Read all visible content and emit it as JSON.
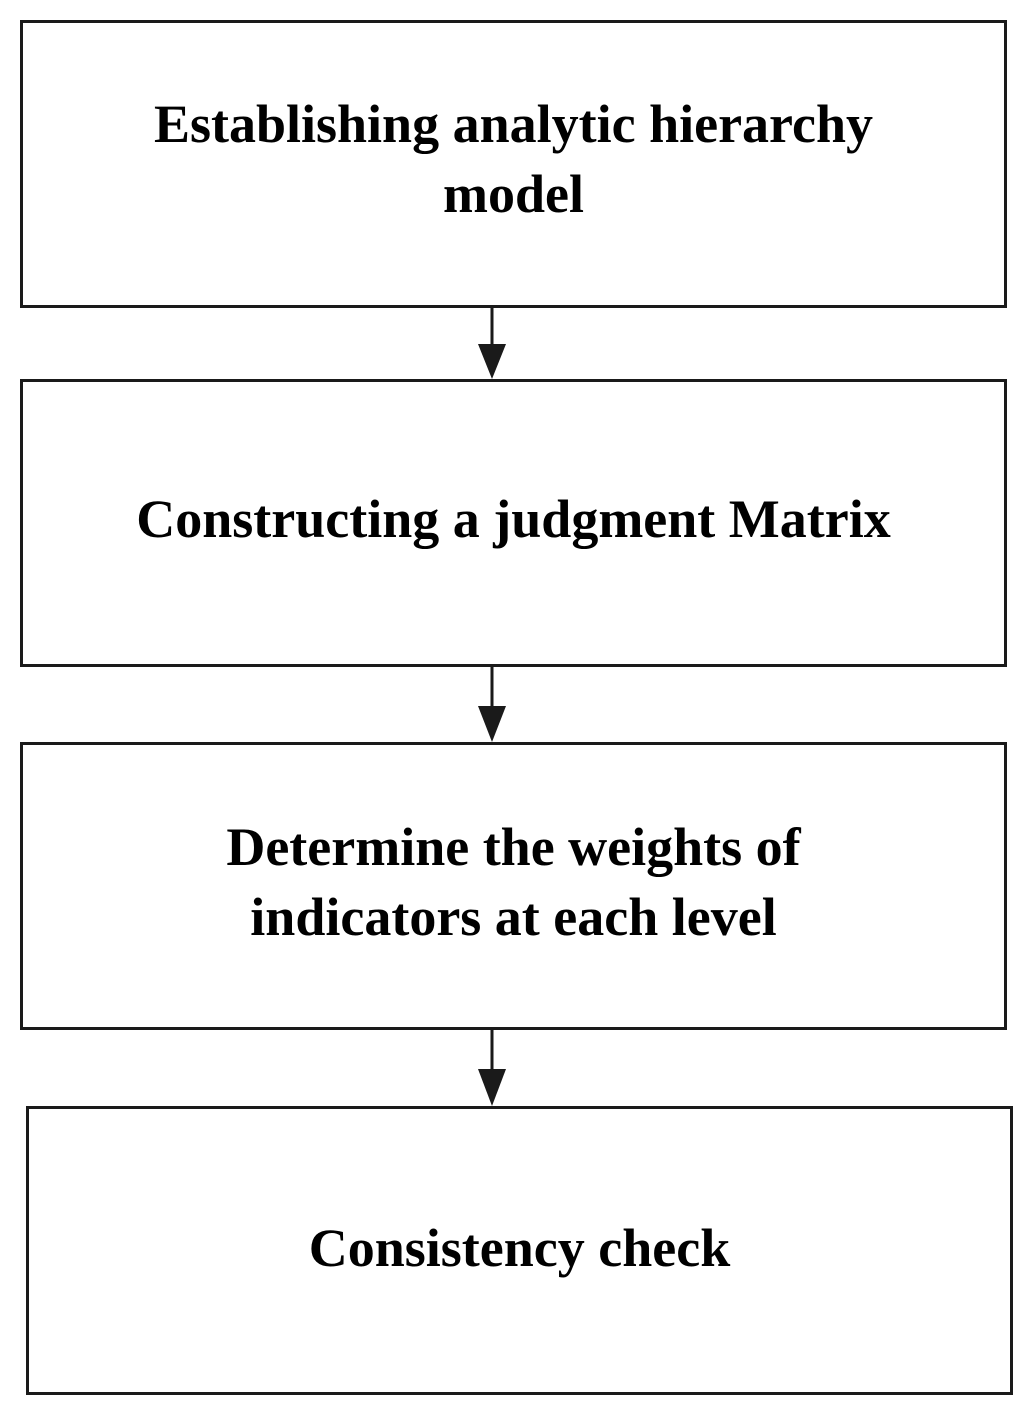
{
  "diagram": {
    "steps": [
      {
        "label": "Establishing analytic hierarchy\nmodel"
      },
      {
        "label": "Constructing a judgment Matrix"
      },
      {
        "label": "Determine the weights of\nindicators at each level"
      },
      {
        "label": "Consistency check"
      }
    ],
    "colors": {
      "stroke": "#1a1a1a",
      "text": "#000000",
      "background": "#ffffff"
    }
  }
}
